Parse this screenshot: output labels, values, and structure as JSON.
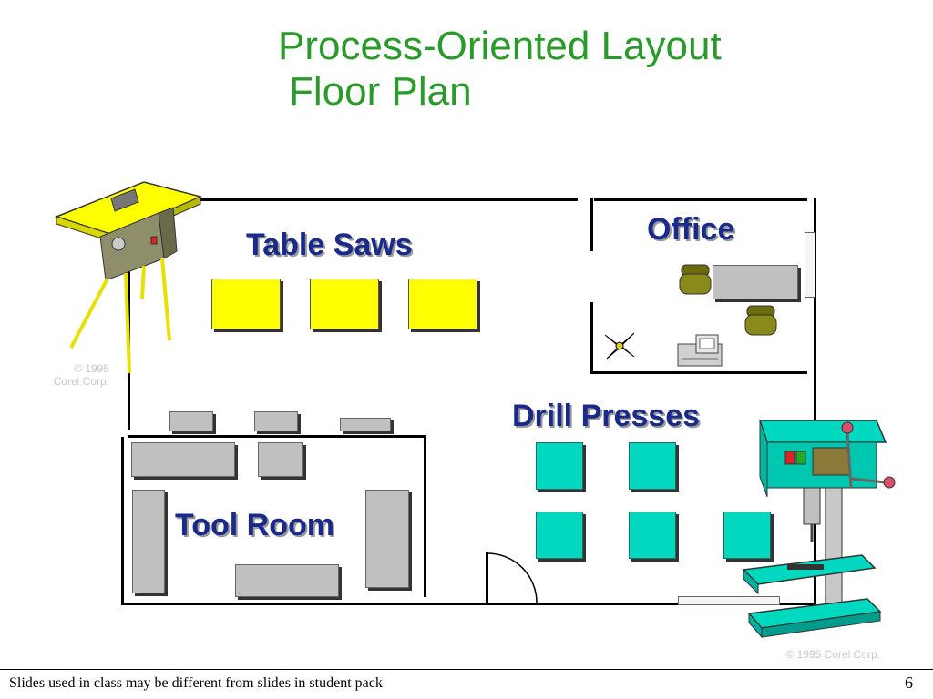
{
  "title": {
    "line1": "Process-Oriented Layout",
    "line2": "Floor Plan"
  },
  "areas": {
    "table_saws": "Table Saws",
    "office": "Office",
    "drill_presses": "Drill Presses",
    "tool_room": "Tool Room"
  },
  "copyright": {
    "left_line1": "© 1995",
    "left_line2": "Corel Corp.",
    "right": "© 1995 Corel Corp."
  },
  "footer": {
    "note": "Slides used in class may be different from slides in student pack",
    "page": "6"
  },
  "icons": [
    "table-saw-icon",
    "drill-press-icon",
    "chair-icon",
    "plant-icon",
    "computer-icon"
  ],
  "colors": {
    "title": "#2a9a2a",
    "label": "#1a2a8a",
    "saw_station": "#ffff00",
    "drill_station": "#00d8c0",
    "fixture": "#c0c0c0"
  }
}
